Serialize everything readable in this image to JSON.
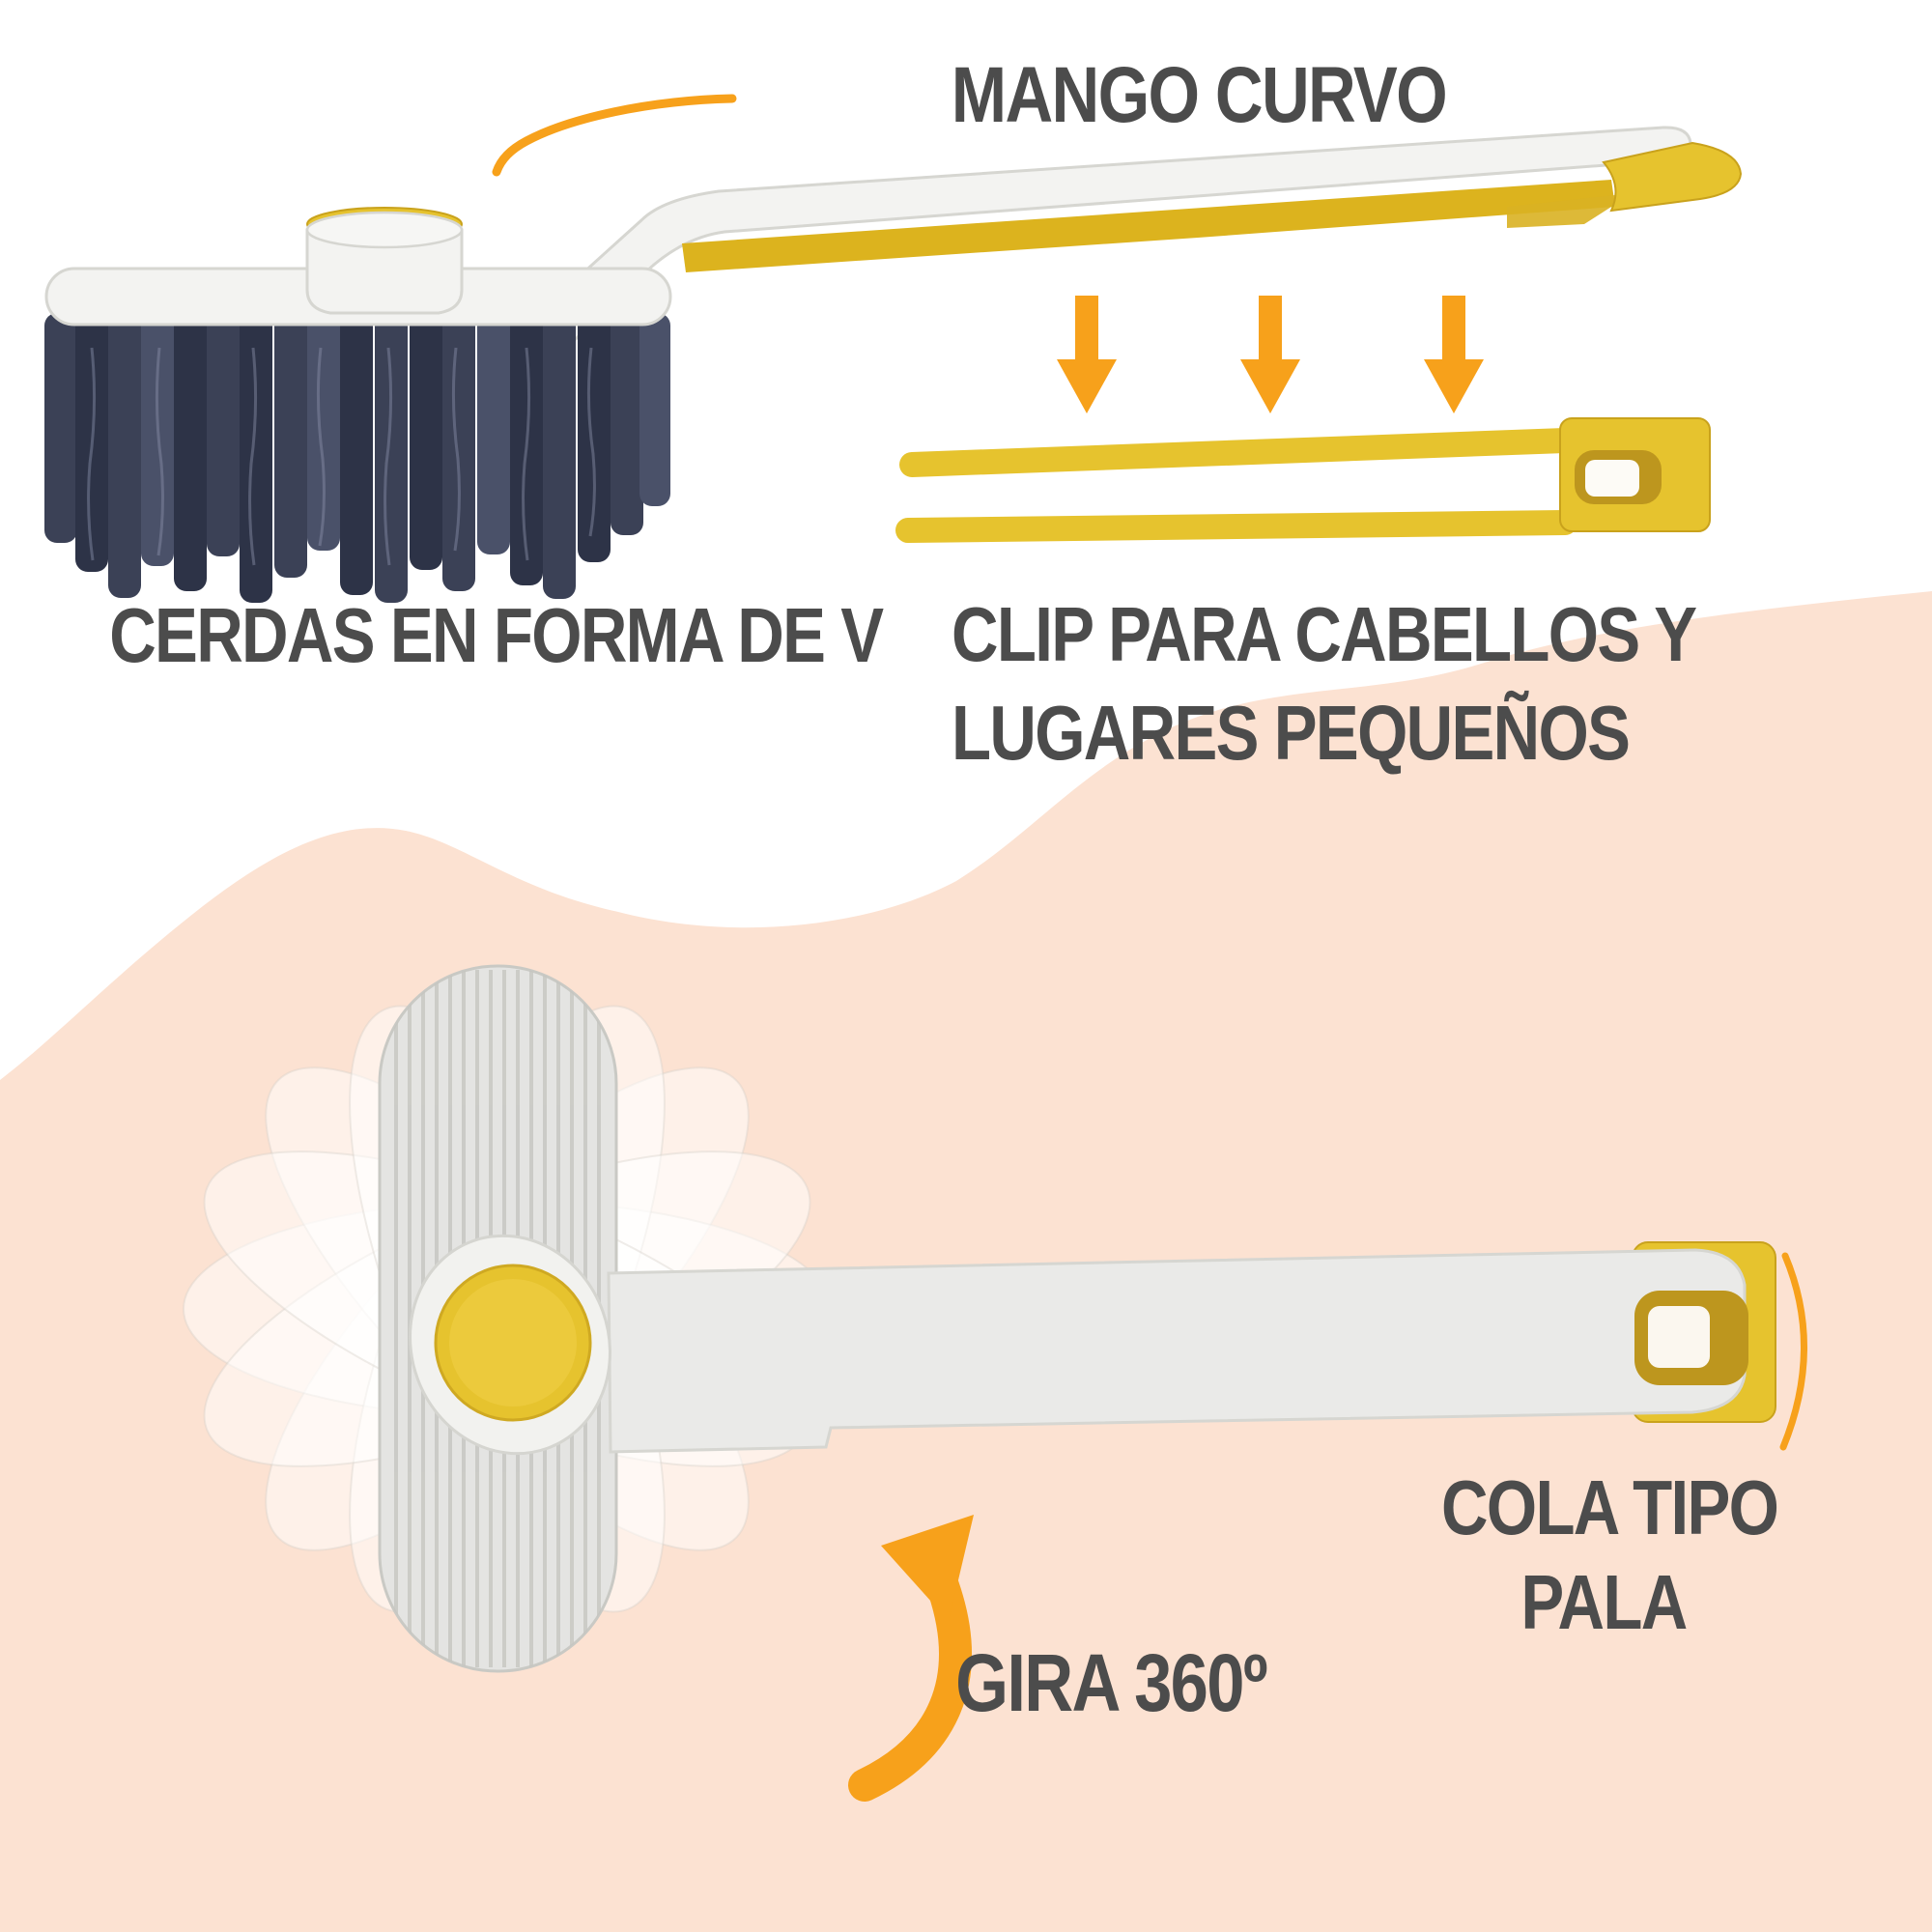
{
  "title": "Infografia de cepillo limpiador giratorio",
  "callouts": {
    "handle": {
      "label": "MANGO CURVO"
    },
    "bristles": {
      "label": "CERDAS EN FORMA DE V"
    },
    "clip": {
      "label_line1": "CLIP PARA CABELLOS Y",
      "label_line2": "LUGARES PEQUEÑOS"
    },
    "rotation": {
      "label": "GIRA 360º"
    },
    "tail": {
      "label_line1": "COLA TIPO",
      "label_line2": "PALA"
    }
  },
  "icons": [
    "leader-curve-icon",
    "down-arrow-icon",
    "rotate-arrow-icon",
    "bracket-arc-icon"
  ],
  "colors": {
    "accent_orange": "#F7A11B",
    "product_yellow": "#E6C32E",
    "product_yellow_dark": "#C9A21C",
    "text_gray": "#4C4C4C",
    "background_peach": "#FCE2D2",
    "bristle_navy": "#3B4156",
    "plastic_white": "#F3F3F1"
  }
}
